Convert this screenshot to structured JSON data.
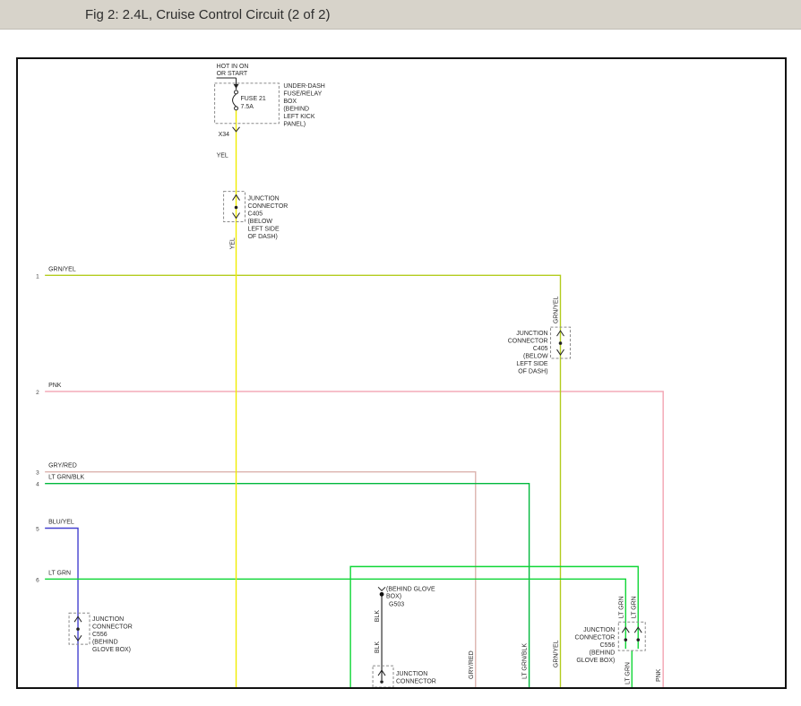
{
  "title": "Fig 2: 2.4L, Cruise Control Circuit (2 of 2)",
  "colors": {
    "yel": "#f0ec00",
    "grn_yel": "#b3cc1e",
    "pnk": "#f2a3b2",
    "gry_red": "#dcb3ae",
    "lt_grn_blk": "#00b83c",
    "blu_yel": "#4340cf",
    "lt_grn": "#0fd636",
    "blk": "#1a1a1a"
  },
  "fuse_area": {
    "hot_label_1": "HOT IN ON",
    "hot_label_2": "OR START",
    "fuse_name": "FUSE 21",
    "fuse_rating": "7.5A",
    "box_note": [
      "UNDER-DASH",
      "FUSE/RELAY",
      "BOX",
      "(BEHIND",
      "LEFT KICK",
      "PANEL)"
    ],
    "connector_pin": "X34",
    "wire_color_label": "YEL"
  },
  "junction_c405_left": {
    "lines": [
      "JUNCTION",
      "CONNECTOR",
      "C405",
      "(BELOW",
      "LEFT SIDE",
      "OF DASH)"
    ],
    "wire_label": "YEL"
  },
  "junction_c405_right": {
    "lines": [
      "JUNCTION",
      "CONNECTOR",
      "C405",
      "(BELOW",
      "LEFT SIDE",
      "OF DASH)"
    ],
    "wire_label_top": "GRN/YEL",
    "wire_label_bottom": "GRN/YEL"
  },
  "junction_c556_left": {
    "lines": [
      "JUNCTION",
      "CONNECTOR",
      "C556",
      "(BEHIND",
      "GLOVE BOX)"
    ]
  },
  "junction_c556_right": {
    "lines": [
      "JUNCTION",
      "CONNECTOR",
      "C556",
      "(BEHIND",
      "GLOVE BOX)"
    ],
    "wire_label_in_1": "LT GRN",
    "wire_label_in_2": "LT GRN",
    "wire_label_out": "LT GRN"
  },
  "ground": {
    "note_1": "(BEHIND GLOVE",
    "note_2": "BOX)",
    "name": "G503",
    "wire_label_1": "BLK",
    "wire_label_2": "BLK"
  },
  "junction_bottom": {
    "lines": [
      "JUNCTION",
      "CONNECTOR"
    ]
  },
  "wires": [
    {
      "num": "1",
      "label": "GRN/YEL"
    },
    {
      "num": "2",
      "label": "PNK"
    },
    {
      "num": "3",
      "label": "GRY/RED"
    },
    {
      "num": "4",
      "label": "LT GRN/BLK"
    },
    {
      "num": "5",
      "label": "BLU/YEL"
    },
    {
      "num": "6",
      "label": "LT GRN"
    }
  ],
  "bottom_labels": {
    "gry_red": "GRY/RED",
    "lt_grn_blk": "LT GRN/BLK",
    "pnk": "PNK"
  }
}
